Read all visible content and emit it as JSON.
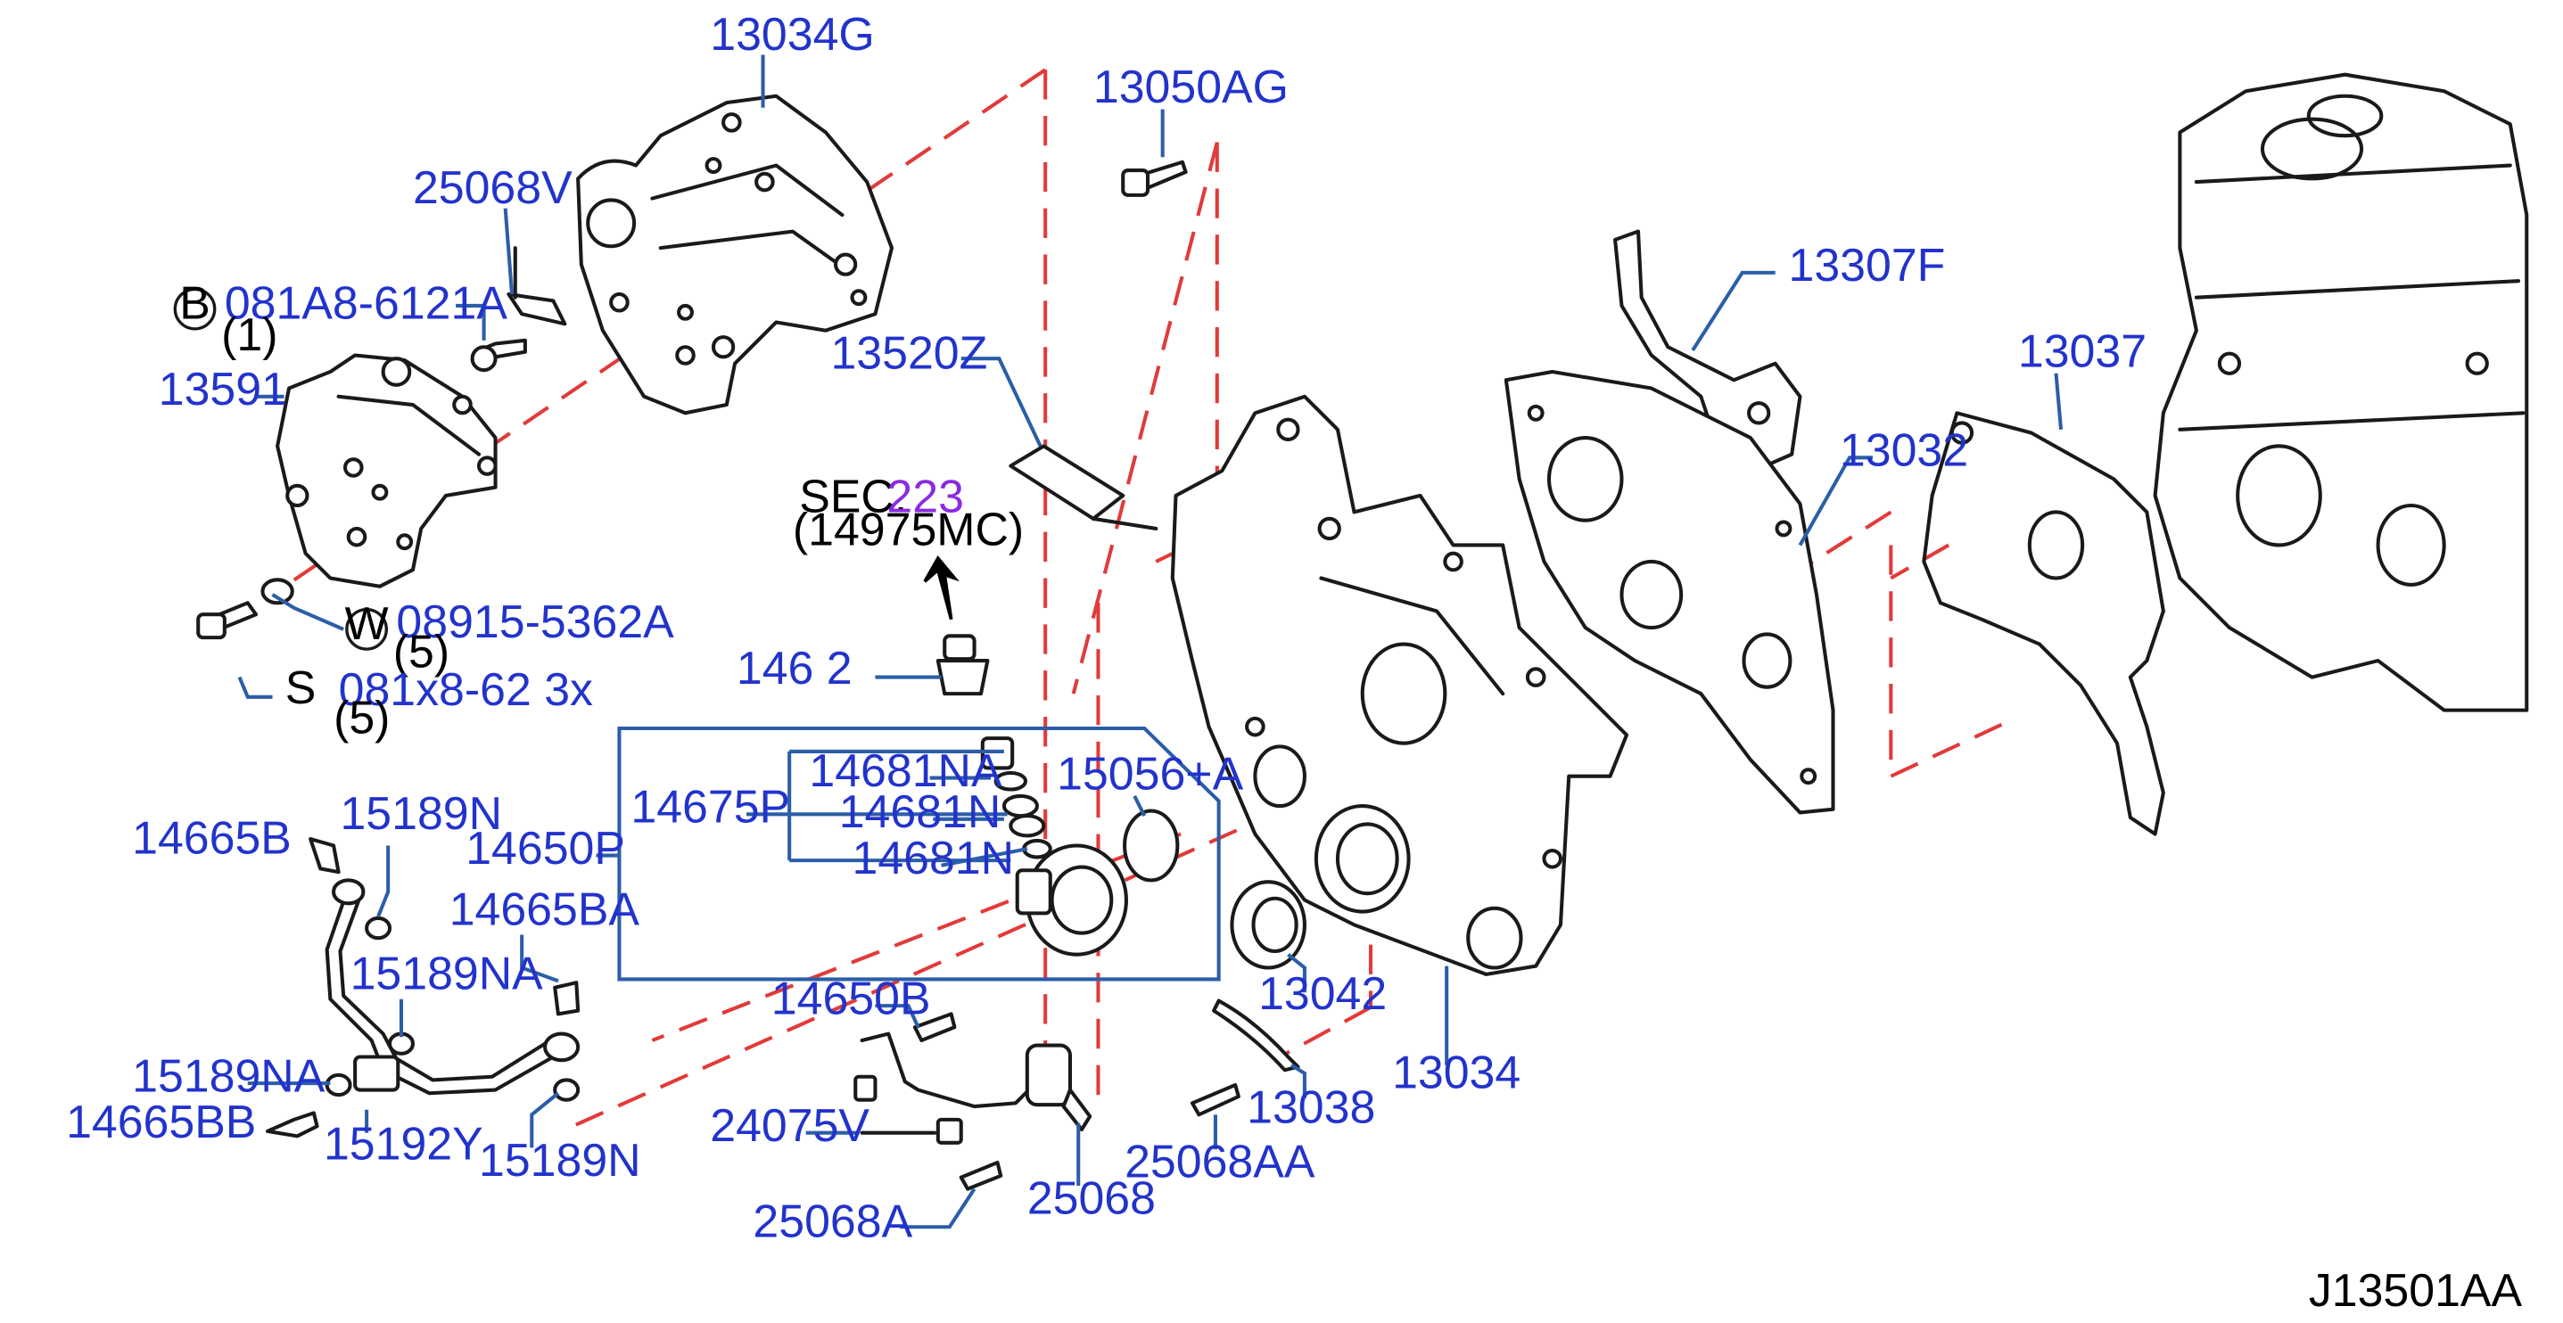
{
  "diagram_code": "J13501AA",
  "section_ref": {
    "prefix": "SEC.",
    "number": "223",
    "sub": "(14975MC)"
  },
  "parts": {
    "p13034G": "13034G",
    "p13050AG": "13050AG",
    "p25068V": "25068V",
    "p081A8": "081A8-6121A",
    "q1": "(1)",
    "p13591": "13591",
    "p13520Z": "13520Z",
    "p13307F": "13307F",
    "p13037": "13037",
    "p13032": "13032",
    "p08915": "08915-5362A",
    "q5a": "(5)",
    "p081x": "081x8-62 3x",
    "q5b": "(5)",
    "p14681NA": "14681NA",
    "p15056A": "15056+A",
    "p14675P": "14675P",
    "p14681N_1": "14681N",
    "p14681N_2": "14681N",
    "p14650P": "14650P",
    "p14665B": "14665B",
    "p15189N_top": "15189N",
    "p14665BA": "14665BA",
    "p15189NA_1": "15189NA",
    "p15189NA_2": "15189NA",
    "p14665BB": "14665BB",
    "p15192Y": "15192Y",
    "p15189N_bot": "15189N",
    "p14650B": "14650B",
    "p24075V": "24075V",
    "p25068": "25068",
    "p25068A": "25068A",
    "p25068AA": "25068AA",
    "p13042": "13042",
    "p13038": "13038",
    "p13034": "13034",
    "p1463x": "146 2"
  },
  "callouts": {
    "b": "B",
    "w": "W",
    "s": "S"
  },
  "colors": {
    "label_blue": "#2233cc",
    "leader_blue": "#2b5ea8",
    "dash_red": "#e23a3a",
    "sec_purple": "#8a2be2",
    "ink": "#1a1a1a"
  }
}
